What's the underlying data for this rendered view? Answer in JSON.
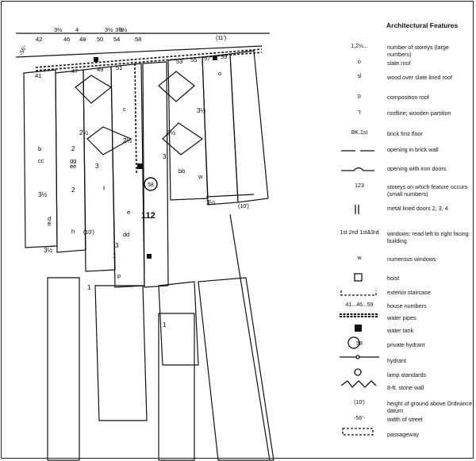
{
  "legend": {
    "title": "Architectural Features",
    "items": [
      {
        "symbol": "1,2½...",
        "text": "number of storeys (large numbers)"
      },
      {
        "symbol": "o",
        "text": "slate roof"
      },
      {
        "symbol": "sl",
        "text": "wood over slate lined roof"
      },
      {
        "symbol": "p",
        "text": "composition roof"
      },
      {
        "symbol": "⅂",
        "text": "roofline; wooden partition"
      },
      {
        "symbol": "BK.1st",
        "text": "brick first floor"
      },
      {
        "symbol": "",
        "text": "opening in brick wall"
      },
      {
        "symbol": "",
        "text": "opening with iron doors"
      },
      {
        "symbol": "123",
        "text": "storeys on which feature occurs (small numbers)"
      },
      {
        "symbol": "",
        "text": "metal lined doors 2, 3, 4"
      },
      {
        "symbol": "1st 2nd 1st&3rd",
        "text": "windows: read left to right facing building"
      },
      {
        "symbol": "w",
        "text": "numerous windows"
      },
      {
        "symbol": "",
        "text": "hoist"
      },
      {
        "symbol": "",
        "text": "exterior staircase"
      },
      {
        "symbol": "41...46...59",
        "text": "house numbers"
      },
      {
        "symbol": "",
        "text": "water pipes"
      },
      {
        "symbol": "",
        "text": "water tank"
      },
      {
        "symbol": "58",
        "text": "private hydrant"
      },
      {
        "symbol": "",
        "text": "hydrant"
      },
      {
        "symbol": "",
        "text": "lamp standards"
      },
      {
        "symbol": "",
        "text": "8-ft. stone wall"
      },
      {
        "symbol": "(10')",
        "text": "height of ground above Ordnance datum"
      },
      {
        "symbol": "-56'-",
        "text": "width of street"
      },
      {
        "symbol": "",
        "text": "passageway"
      }
    ]
  },
  "map": {
    "block_number": "112",
    "house_numbers_top": [
      "42",
      "46",
      "48",
      "50",
      "54",
      "58"
    ],
    "house_numbers_row2": [
      "41",
      "47",
      "49",
      "51",
      "53",
      "55",
      "57",
      "59"
    ],
    "fractions_top": [
      "3½",
      "4",
      "3½",
      "3½",
      "3½"
    ],
    "street_width": "-56'-",
    "heights": [
      "(11')",
      "(10')",
      "(10')"
    ],
    "private_hydrant": "58",
    "storeys": [
      "2½",
      "2½",
      "3½",
      "3½",
      "3½",
      "3",
      "3",
      "3",
      "2",
      "2",
      "1",
      "1",
      "1",
      "2½",
      "3½"
    ],
    "roof_letters": [
      "b",
      "cc",
      "gg",
      "ee",
      "dd",
      "bb",
      "ff",
      "h",
      "e",
      "f",
      "d",
      "w",
      "p",
      "o",
      "c"
    ]
  }
}
